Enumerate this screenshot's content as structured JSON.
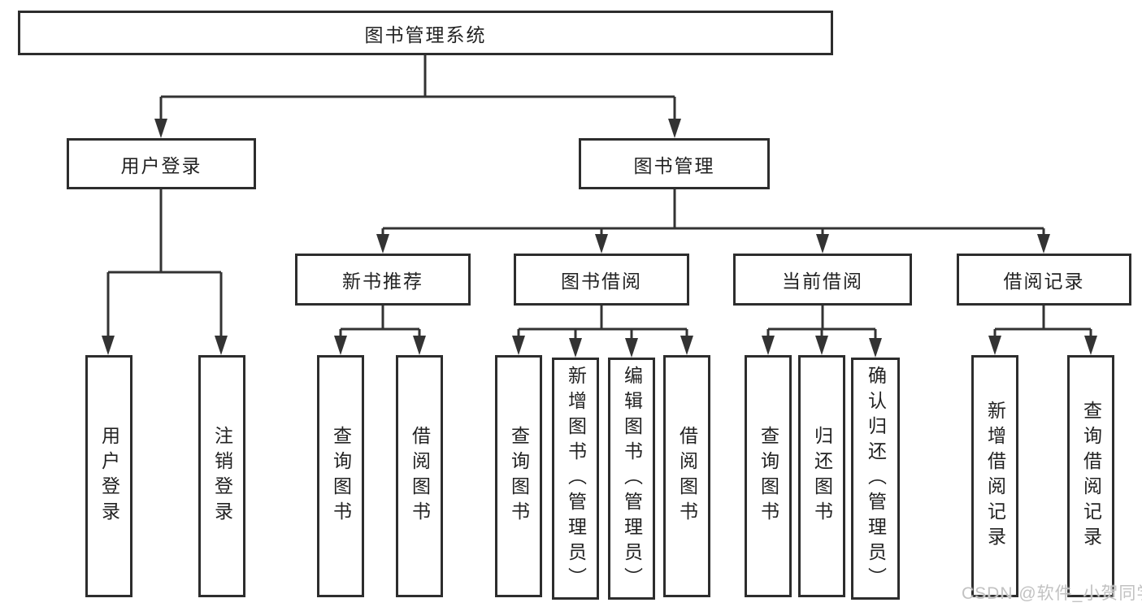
{
  "diagram": {
    "root": {
      "label": "图书管理系统"
    },
    "level2": {
      "user_login": {
        "label": "用户登录"
      },
      "book_mgmt": {
        "label": "图书管理"
      }
    },
    "level3": {
      "new_books": {
        "label": "新书推荐"
      },
      "borrow": {
        "label": "图书借阅"
      },
      "current": {
        "label": "当前借阅"
      },
      "records": {
        "label": "借阅记录"
      }
    },
    "leaves": {
      "login": [
        "用户登录",
        "注销登录"
      ],
      "new_books": [
        "查询图书",
        "借阅图书"
      ],
      "borrow": [
        "查询图书",
        "新增图书（管理员）",
        "编辑图书（管理员）",
        "借阅图书"
      ],
      "current": [
        "查询图书",
        "归还图书",
        "确认归还（管理员）"
      ],
      "records": [
        "新增借阅记录",
        "查询借阅记录"
      ]
    }
  },
  "watermark": "CSDN @软件_小贺同学",
  "colors": {
    "background": "#ffffff",
    "line": "#333333",
    "box_border": "#2d2d2d",
    "text": "#222222",
    "watermark": "#c2c2c2"
  }
}
